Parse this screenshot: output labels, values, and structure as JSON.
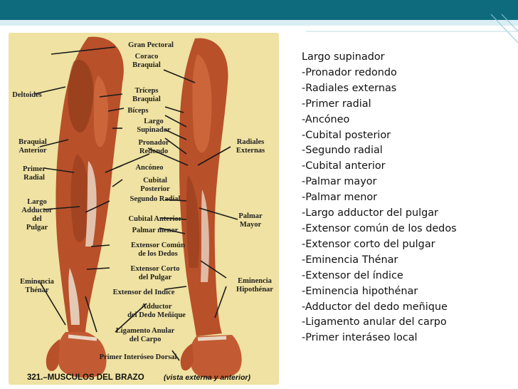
{
  "figure": {
    "labels": [
      {
        "lines": [
          "Gran Pectoral"
        ]
      },
      {
        "lines": [
          "Coraco",
          "Braquial"
        ]
      },
      {
        "lines": [
          "Tríceps",
          "Braquial"
        ]
      },
      {
        "lines": [
          "Bíceps"
        ]
      },
      {
        "lines": [
          "Deltoides"
        ]
      },
      {
        "lines": [
          "Largo",
          "Supinador"
        ]
      },
      {
        "lines": [
          "Pronador",
          "Redondo"
        ]
      },
      {
        "lines": [
          "Braquial",
          "Anterior"
        ]
      },
      {
        "lines": [
          "Radiales",
          "Externas"
        ]
      },
      {
        "lines": [
          "Primer",
          "Radial"
        ]
      },
      {
        "lines": [
          "Ancóneo"
        ]
      },
      {
        "lines": [
          "Cubital",
          "Posterior"
        ]
      },
      {
        "lines": [
          "Segundo Radial"
        ]
      },
      {
        "lines": [
          "Largo",
          "Adductor",
          "del",
          "Pulgar"
        ]
      },
      {
        "lines": [
          "Cubital Anterior"
        ]
      },
      {
        "lines": [
          "Palmar menor"
        ]
      },
      {
        "lines": [
          "Palmar",
          "Mayor"
        ]
      },
      {
        "lines": [
          "Extensor Común",
          "de los Dedos"
        ]
      },
      {
        "lines": [
          "Extensor Corto",
          "del Pulgar"
        ]
      },
      {
        "lines": [
          "Eminencia",
          "Thénar"
        ]
      },
      {
        "lines": [
          "Extensor del Indice"
        ]
      },
      {
        "lines": [
          "Eminencia",
          "Hipothénar"
        ]
      },
      {
        "lines": [
          "Adductor",
          "del Dedo Meñique"
        ]
      },
      {
        "lines": [
          "Ligamento Anular",
          "del Carpo"
        ]
      },
      {
        "lines": [
          "Primer Interóseo Dorsal"
        ]
      }
    ],
    "caption_main": "321.–MUSCULOS DEL BRAZO",
    "caption_sub": "(vista externa y anterior)"
  },
  "muscle_list": [
    "Largo supinador",
    "-Pronador redondo",
    "-Radiales externas",
    "-Primer radial",
    "-Ancóneo",
    "-Cubital posterior",
    "-Segundo radial",
    "-Cubital anterior",
    "-Palmar mayor",
    "-Palmar menor",
    "-Largo adductor del pulgar",
    "-Extensor común de los dedos",
    "-Extensor corto del pulgar",
    "-Eminencia Thénar",
    "-Extensor del índice",
    "-Eminencia hipothénar",
    "-Adductor del dedo meñique",
    "-Ligamento anular del carpo",
    "-Primer interáseo local"
  ],
  "colors": {
    "header": "#0e6a7d",
    "header_light": "#d9eef3",
    "figure_bg": "#efe2a2",
    "muscle": "#b8502a",
    "muscle_dark": "#7a2c14",
    "tendon": "#e9d6c4"
  }
}
